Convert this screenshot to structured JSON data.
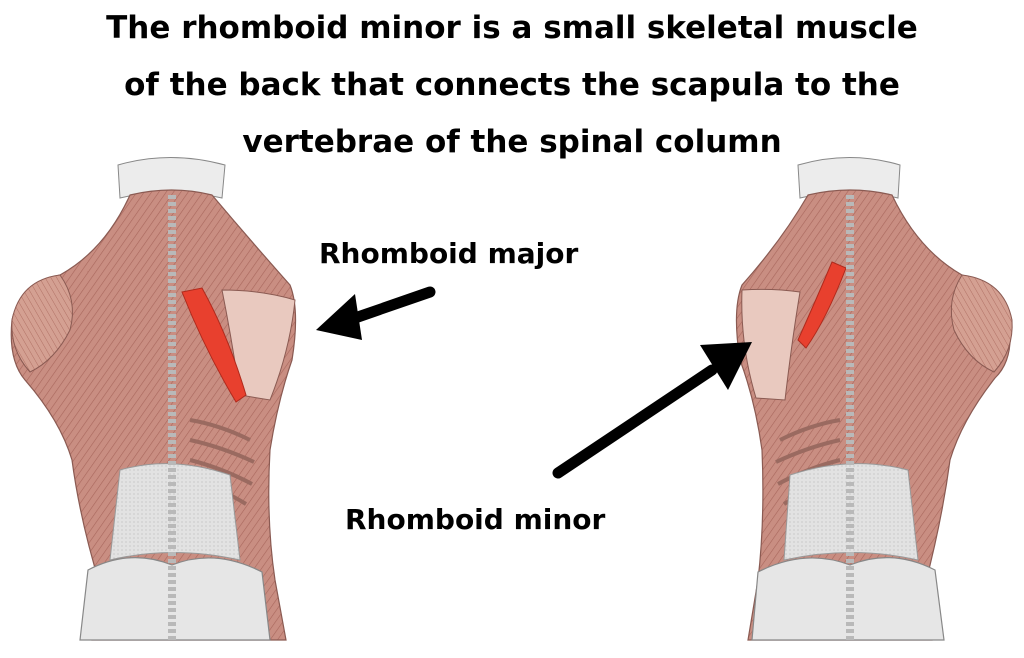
{
  "header": {
    "lines": [
      "The rhomboid minor is a small skeletal muscle",
      "of the back that connects the scapula to the",
      "vertebrae of the spinal column"
    ]
  },
  "labels": {
    "major": "Rhomboid major",
    "minor": "Rhomboid minor"
  },
  "colors": {
    "muscle": "#c98e82",
    "muscle_shade": "#a8665c",
    "highlight": "#e8402e",
    "bone": "#dedede",
    "arrow": "#000000"
  }
}
